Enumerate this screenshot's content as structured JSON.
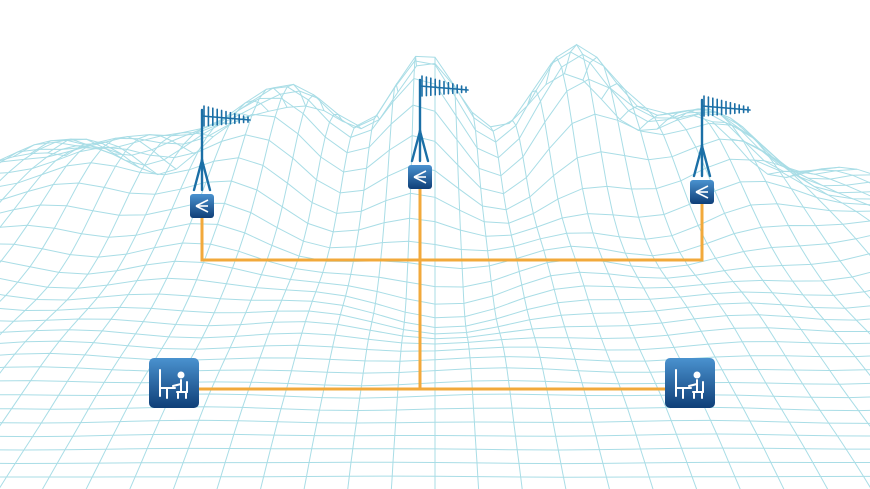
{
  "diagram": {
    "nodes": [
      {
        "id": "antenna-left",
        "kind": "antenna",
        "icon": "antenna-icon"
      },
      {
        "id": "antenna-center",
        "kind": "antenna",
        "icon": "antenna-icon"
      },
      {
        "id": "antenna-right",
        "kind": "antenna",
        "icon": "antenna-icon"
      },
      {
        "id": "workstation-left",
        "kind": "workstation",
        "icon": "operator-workstation-icon"
      },
      {
        "id": "workstation-right",
        "kind": "workstation",
        "icon": "operator-workstation-icon"
      }
    ],
    "edges": [
      [
        "antenna-left",
        "trunk"
      ],
      [
        "antenna-center",
        "trunk"
      ],
      [
        "antenna-right",
        "trunk"
      ],
      [
        "workstation-left",
        "trunk"
      ],
      [
        "workstation-right",
        "trunk"
      ]
    ],
    "colors": {
      "terrain_mesh": "#a9dde6",
      "link": "#f2a93b",
      "icon_box_top": "#3f86c4",
      "icon_box_bottom": "#0f3f78",
      "antenna": "#1b6fa6"
    }
  }
}
